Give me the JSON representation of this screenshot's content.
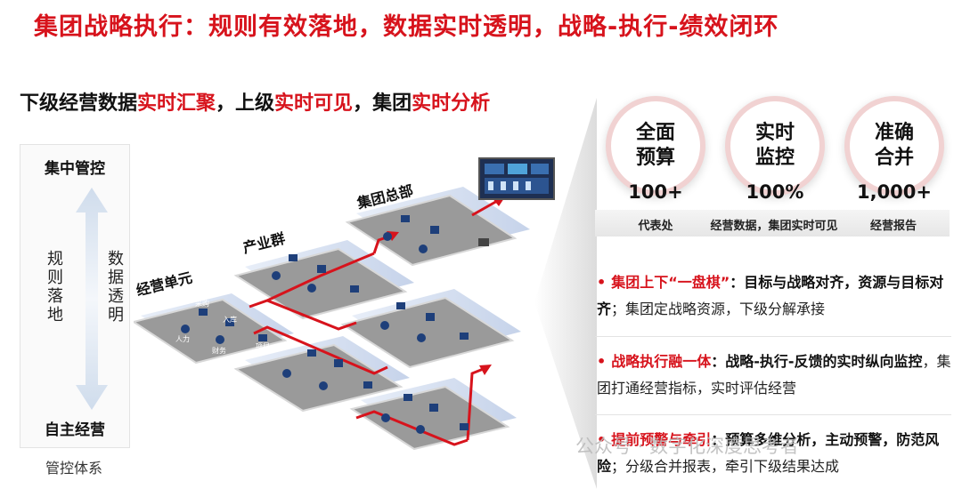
{
  "title": "集团战略执行：规则有效落地，数据实时透明，战略-执行-绩效闭环",
  "subtitle": {
    "parts": [
      "下级经营数据",
      "实时汇聚",
      "，上级",
      "实时可见",
      "，集团",
      "实时分析"
    ]
  },
  "axis": {
    "top": "集中管控",
    "bottom": "自主经营",
    "left_vertical": "规则落地",
    "right_vertical": "数据透明",
    "caption": "管控体系"
  },
  "tiers": {
    "group": "集团总部",
    "industry": "产业群",
    "unit": "经营单元"
  },
  "node_labels": {
    "purchase": "采购",
    "inbound": "入库",
    "hr": "人力",
    "finance": "财务",
    "project": "项目"
  },
  "metrics": [
    {
      "circle": [
        "全面",
        "预算"
      ],
      "value": "100+",
      "caption": "代表处"
    },
    {
      "circle": [
        "实时",
        "监控"
      ],
      "value": "100%",
      "caption": "经营数据，集团实时可见"
    },
    {
      "circle": [
        "准确",
        "合并"
      ],
      "value": "1,000+",
      "caption": "经营报告"
    }
  ],
  "bullets": [
    {
      "head": "集团上下“一盘棋”",
      "bold": "：目标与战略对齐，资源与目标对齐",
      "rest": "；集团定战略资源，下级分解承接"
    },
    {
      "head": "战略执行融一体",
      "bold": "：战略-执行-反馈的实时纵向监控",
      "rest": "，集团打通经营指标，实时评估经营"
    },
    {
      "head": "提前预警与牵引",
      "bold": "：预算多维分析，主动预警，防范风险",
      "rest": "；分级合并报表，牵引下级结果达成"
    }
  ],
  "watermark": "公众号 · 数字化深度思考者",
  "colors": {
    "accent": "#d7131c",
    "platform": "#9a9a9a"
  }
}
